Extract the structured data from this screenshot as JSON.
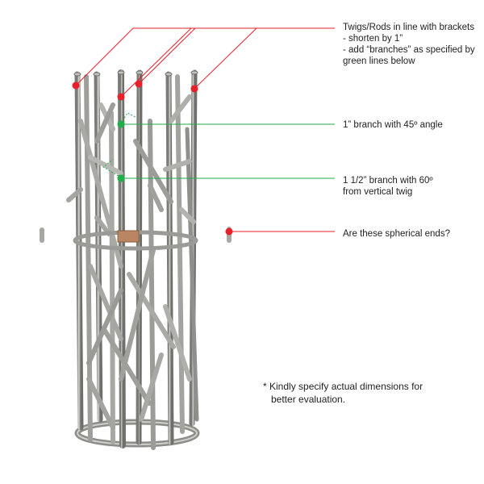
{
  "colors": {
    "callout_red": "#e8202a",
    "callout_green": "#1fae4a",
    "metal_light": "#c9c9c6",
    "metal_mid": "#9a9a96",
    "metal_dark": "#6b6b67",
    "plate": "#b98562"
  },
  "annotations": {
    "brackets": {
      "line1": "Twigs/Rods in line with brackets",
      "line2": "- shorten by 1”",
      "line3": "- add “branches” as specified by",
      "line4": "green lines below"
    },
    "branch1": {
      "line1": "1” branch with 45º angle"
    },
    "branch2": {
      "line1": "1 1/2” branch with 60º",
      "line2": "from  vertical twig"
    },
    "spherical": {
      "line1": "Are these spherical ends?"
    }
  },
  "footer_note": {
    "line1": "* Kindly specify actual dimensions for",
    "line2": "better evaluation."
  }
}
